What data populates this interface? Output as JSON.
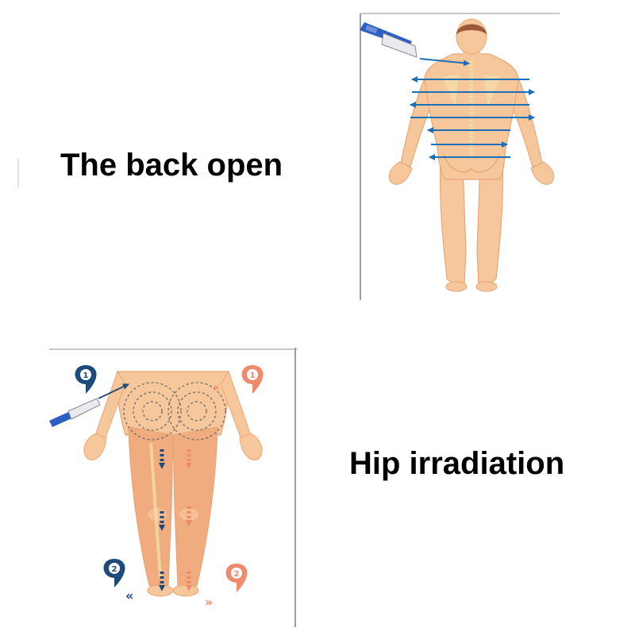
{
  "captions": {
    "back": "The back open",
    "hip": "Hip irradiation"
  },
  "bottom_panel": {
    "step_left_top": "1",
    "step_right_top": "1",
    "step_left_bottom": "2",
    "step_right_bottom": "2"
  },
  "colors": {
    "skin": "#f7c79c",
    "skin_edge": "#e8a676",
    "muscle": "#f0ac7e",
    "bone": "#f3dcaa",
    "arrow_blue": "#1e6fba",
    "arrow_salmon": "#f08a6d",
    "navy": "#1d4b7d",
    "hair": "#9c5a3a",
    "pen_blue": "#2c5fc4"
  },
  "icons": {
    "pen_top": "laser-pen-icon",
    "pen_bottom": "laser-pen-icon",
    "marker": "map-pin-icon"
  }
}
